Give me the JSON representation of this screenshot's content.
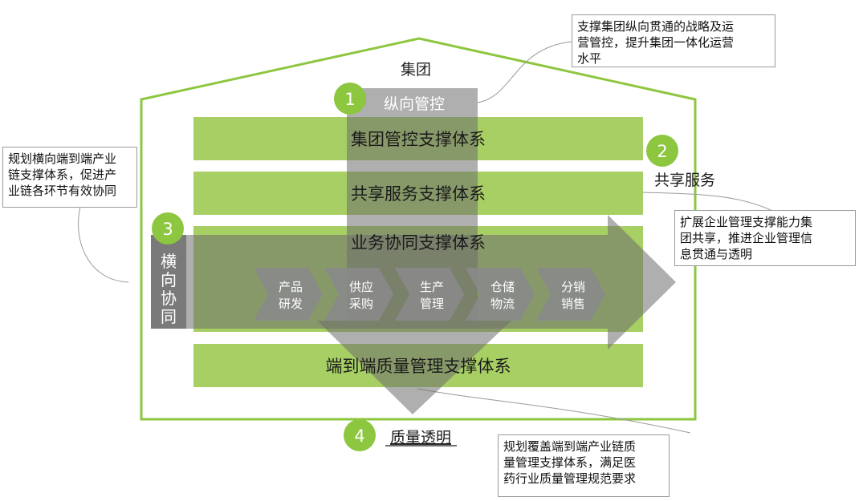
{
  "house": {
    "title": "集团"
  },
  "layers": [
    {
      "label": "集团管控支撑体系"
    },
    {
      "label": "共享服务支撑体系"
    },
    {
      "label": "业务协同支撑体系"
    },
    {
      "label": "端到端质量管理支撑体系"
    }
  ],
  "badges": [
    {
      "number": "1",
      "label": "纵向管控"
    },
    {
      "number": "2",
      "label": "共享服务"
    },
    {
      "number": "3",
      "label": "横向协同"
    },
    {
      "number": "4",
      "label": "质量透明"
    }
  ],
  "chain": [
    {
      "line1": "产品",
      "line2": "研发"
    },
    {
      "line1": "供应",
      "line2": "采购"
    },
    {
      "line1": "生产",
      "line2": "管理"
    },
    {
      "line1": "仓储",
      "line2": "物流"
    },
    {
      "line1": "分销",
      "line2": "销售"
    }
  ],
  "callouts": {
    "vertical": [
      "支撑集团纵向贯通的战略及运",
      "营管控，提升集团一体化运营",
      "水平"
    ],
    "horizontal": [
      "规划横向端到端产业",
      "链支撑体系，促进产",
      "业链各环节有效协同"
    ],
    "shared": [
      "扩展企业管理支撑能力集",
      "团共享，推进企业管理信",
      "息贯通与透明"
    ],
    "quality": [
      "规划覆盖端到端产业链质",
      "量管理支撑体系，满足医",
      "药行业质量管理规范要求"
    ]
  },
  "colors": {
    "green": "#8dc63f",
    "band": "#a8cf64",
    "gray": "#7a7a7a",
    "chevron": "#8a8a8a",
    "outline": "#8dc63f"
  }
}
